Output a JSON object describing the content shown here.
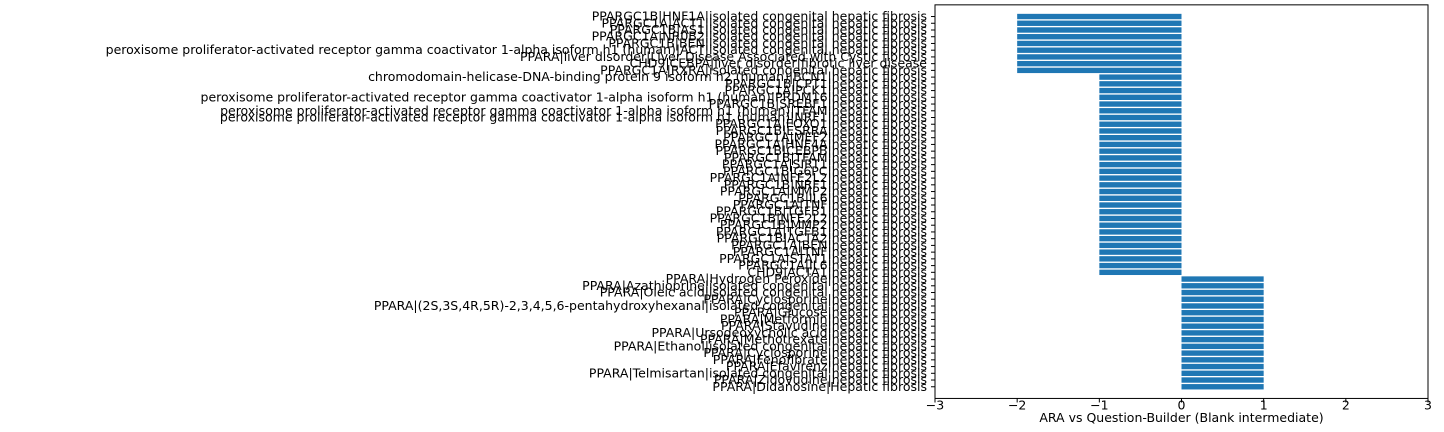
{
  "chart_data": {
    "type": "bar",
    "orientation": "horizontal",
    "xlabel": "ARA vs Question-Builder (Blank intermediate)",
    "ylabel": "",
    "title": "",
    "xlim": [
      -3,
      3
    ],
    "xticks": [
      -3,
      -2,
      -1,
      0,
      1,
      2,
      3
    ],
    "grid": false,
    "bar_color": "#1f77b4",
    "categories": [
      "PPARGC1B|HNF1A|isolated congenital hepatic fibrosis",
      "PPARGC1A|ACT1|isolated congenital hepatic fibrosis",
      "PPARGC1B|AS1|isolated congenital hepatic fibrosis",
      "PPARGC1A|NR0B2|isolated congenital hepatic fibrosis",
      "PPARGC1B|BEN|isolated congenital hepatic fibrosis",
      "peroxisome proliferator-activated receptor gamma coactivator 1-alpha isoform h1 (human)|ACT|isolated congenital hepatic fibrosis",
      "PPARA|liver disorder|Liver Disease Associated with Cystic fibrosis",
      "CHD9|CEBPA|liver disorder|fibrotic liver disease",
      "PPARGC1A|RXRA|isolated congenital hepatic fibrosis",
      "chromodomain-helicase-DNA-binding protein 9 isoform h2 (human)|BCN1|hepatic fibrosis",
      "PPARGC1B|CPT1|hepatic fibrosis",
      "PPARGC1A|PCK1|hepatic fibrosis",
      "peroxisome proliferator-activated receptor gamma coactivator 1-alpha isoform h1 (human)|PRDM16|hepatic fibrosis",
      "PPARGC1B|SREBF1|hepatic fibrosis",
      "peroxisome proliferator-activated receptor gamma coactivator 1-alpha isoform h1 (human)|TFAM|hepatic fibrosis",
      "peroxisome proliferator-activated receptor gamma coactivator 1-alpha isoform h1 (human)|NRF1|hepatic fibrosis",
      "PPARGC1A|FOXO1|hepatic fibrosis",
      "PPARGC1B|ESRRA|hepatic fibrosis",
      "PPARGC1A|MEF2|hepatic fibrosis",
      "PPARGC1A|HNF4A|hepatic fibrosis",
      "PPARGC1B|CEBPB|hepatic fibrosis",
      "PPARGC1B|TFAM|hepatic fibrosis",
      "PPARGC1A|SIRT1|hepatic fibrosis",
      "PPARGC1B|G6PC|hepatic fibrosis",
      "PPARGC1A|NFE2L2|hepatic fibrosis",
      "PPARGC1B|NRF1|hepatic fibrosis",
      "PPARGC1A|MMP2|hepatic fibrosis",
      "PPARGC1B|IL6|hepatic fibrosis",
      "PPARGC1A|TNF|hepatic fibrosis",
      "PPARGC1B|TGFB1|hepatic fibrosis",
      "PPARGC1B|NFE2L2|hepatic fibrosis",
      "PPARGC1B|MMP2|hepatic fibrosis",
      "PPARGC1A|TGFB1|hepatic fibrosis",
      "PPARGC1B|ACTA2|hepatic fibrosis",
      "PPARGC1A|BEN|hepatic fibrosis",
      "PPARGC1A|TNF|hepatic fibrosis",
      "PPARGC1A|STAT1|hepatic fibrosis",
      "PPARGC1A|IL6|hepatic fibrosis",
      "CHD9|ACTA1|hepatic fibrosis",
      "PPARA|Hydrogen Peroxide|hepatic fibrosis",
      "PPARA|Azathioprine|isolated congenital hepatic fibrosis",
      "PPARA|Oleic acid|isolated congenital hepatic fibrosis",
      "PPARA|Cyclosporine|hepatic fibrosis",
      "PPARA|(2S,3S,4R,5R)-2,3,4,5,6-pentahydroxyhexanal|isolated congenital hepatic fibrosis",
      "PPARA|Glucose|hepatic fibrosis",
      "PPARA|Metformin|hepatic fibrosis",
      "PPARA|Stavudine|hepatic fibrosis",
      "PPARA|Ursodeoxycholic acid|hepatic fibrosis",
      "PPARA|Methotrexate|hepatic fibrosis",
      "PPARA|Ethanol|isolated congenital hepatic fibrosis",
      "PPARA|Cyclosporine|hepatic fibrosis",
      "PPARA|Fenofibrate|hepatic fibrosis",
      "PPARA|Efavirenz|hepatic fibrosis",
      "PPARA|Telmisartan|isolated congenital hepatic fibrosis",
      "PPARA|Zidovudine|hepatic fibrosis",
      "PPARA|Didanosine|Hepatic fibrosis"
    ],
    "values": [
      -2,
      -2,
      -2,
      -2,
      -2,
      -2,
      -2,
      -2,
      -2,
      -1,
      -1,
      -1,
      -1,
      -1,
      -1,
      -1,
      -1,
      -1,
      -1,
      -1,
      -1,
      -1,
      -1,
      -1,
      -1,
      -1,
      -1,
      -1,
      -1,
      -1,
      -1,
      -1,
      -1,
      -1,
      -1,
      -1,
      -1,
      -1,
      -1,
      1,
      1,
      1,
      1,
      1,
      1,
      1,
      1,
      1,
      1,
      1,
      1,
      1,
      1,
      1,
      1,
      1
    ]
  }
}
